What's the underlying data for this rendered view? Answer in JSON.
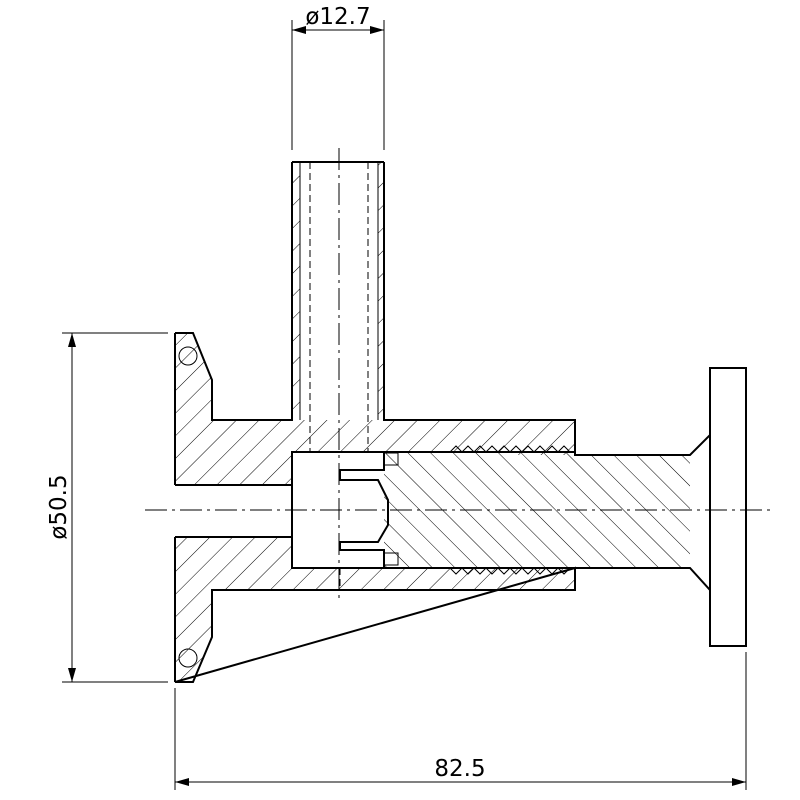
{
  "dimensions": {
    "tube_diameter": "ø12.7",
    "flange_diameter": "ø50.5",
    "overall_length": "82.5"
  }
}
